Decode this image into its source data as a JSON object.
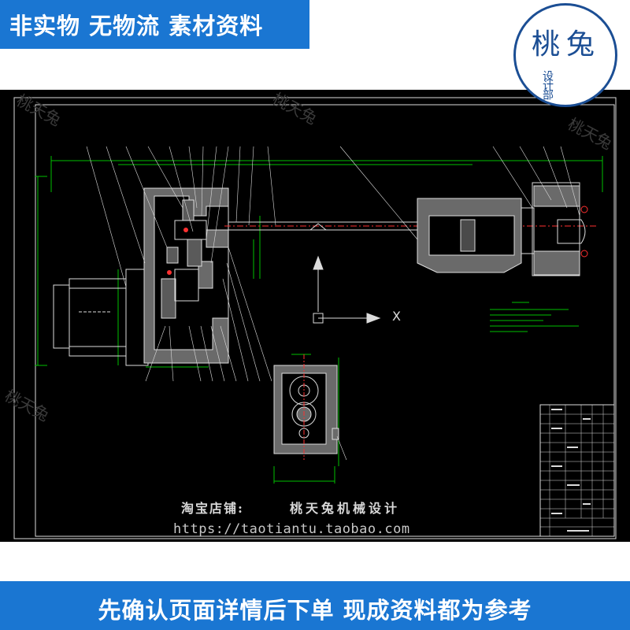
{
  "top_banner": {
    "text": "非实物 无物流 素材资料"
  },
  "logo": {
    "char_left": "桃",
    "char_right": "兔",
    "sub": "设计部"
  },
  "drawing": {
    "shop_label": "淘宝店铺:",
    "shop_name": "桃天兔机械设计",
    "url": "https://taotiantu.taobao.com",
    "watermark": "桃天兔",
    "axis_x": "X"
  },
  "bottom_banner": {
    "text": "先确认页面详情后下单 现成资料都为参考"
  },
  "colors": {
    "banner": "#1a76d2",
    "logo": "#1b4e94",
    "cad_bg": "#000000",
    "cad_green": "#00c000",
    "cad_line": "#dcdcdc",
    "cad_red": "#ff3030"
  }
}
